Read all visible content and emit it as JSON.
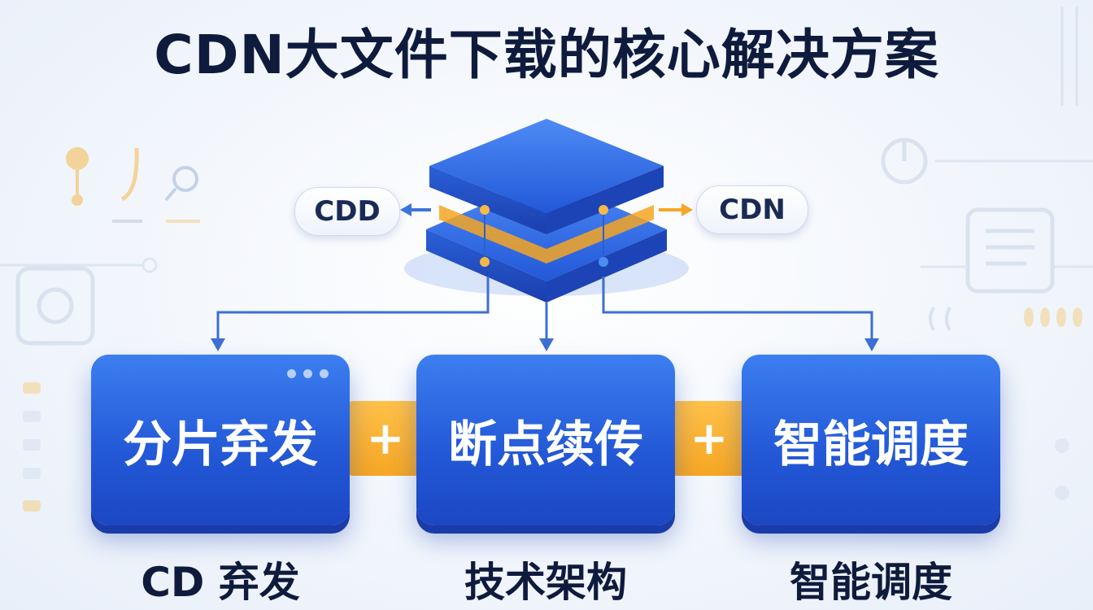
{
  "title": "CDN大文件下载的核心解决方案",
  "left_node": "CDD",
  "right_node": "CDN",
  "plus_symbol": "+",
  "cards": [
    {
      "label": "分片弃发",
      "caption": "CD 弃发"
    },
    {
      "label": "断点续传",
      "caption": "技术架构"
    },
    {
      "label": "智能调度",
      "caption": "智能调度"
    }
  ],
  "colors": {
    "primary_blue": "#2862e0",
    "accent_orange": "#f5a623",
    "title_text": "#0f1b3d"
  }
}
